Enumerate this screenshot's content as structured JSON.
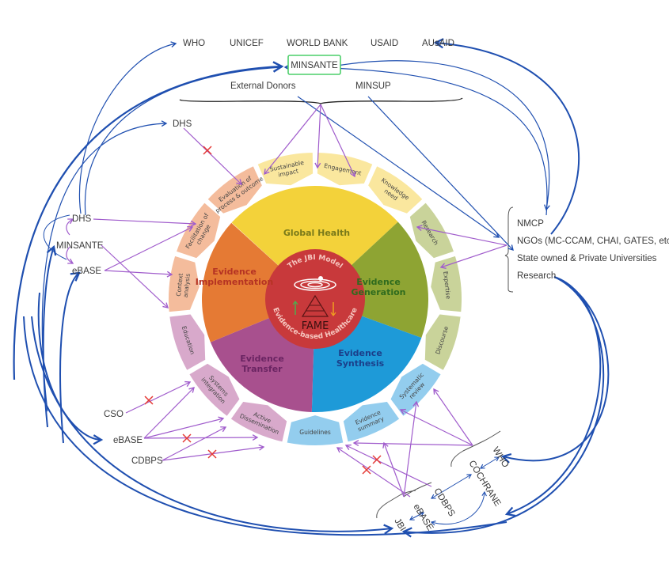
{
  "colors": {
    "blue_arrow": "#1f4fb0",
    "purple_arrow": "#a05ccc",
    "red_x": "#e53935",
    "minsante_box": "#4ccf6a",
    "bracket": "#555555",
    "ring_bg": "#ffffff",
    "centre": "#c8393b"
  },
  "top_donors": [
    "WHO",
    "UNICEF",
    "WORLD BANK",
    "USAID",
    "AUsAID"
  ],
  "top": {
    "minsante": "MINSANTE",
    "external_donors": "External Donors",
    "minsup": "MINSUP"
  },
  "left": {
    "dhs_top": "DHS",
    "dhs": "DHS",
    "minsante": "MINSANTE",
    "ebase": "eBASE",
    "cso": "CSO",
    "ebase_low": "eBASE",
    "cdbps": "CDBPS"
  },
  "right_list": [
    "NMCP",
    "NGOs (MC-CCAM, CHAI, GATES, etc",
    "State owned & Private Universities",
    "Research"
  ],
  "bottom_right": {
    "who": "WHO",
    "cochrane": "COCHRANE",
    "cdbps": "CDBPS",
    "ebase": "eBASE",
    "jbi": "JBI"
  },
  "core": {
    "title_arc": "The JBI Model",
    "subtitle_arc": "Evidence-based Healthcare",
    "fame": "FAME",
    "quadrants": [
      {
        "name": "Global Health",
        "color": "#f3d23a",
        "text_color": "#7a7a1a"
      },
      {
        "name": "Evidence Generation",
        "color": "#8ea433",
        "text_color": "#2f6b1e"
      },
      {
        "name": "Evidence Synthesis",
        "color": "#1e9ad8",
        "text_color": "#1b3f8a"
      },
      {
        "name": "Evidence Transfer",
        "color": "#a8508e",
        "text_color": "#6a2462"
      },
      {
        "name": "Evidence Implementation",
        "color": "#e57a34",
        "text_color": "#b53323"
      }
    ]
  },
  "segments": [
    {
      "label": "Sustainable impact",
      "color": "#fae79e"
    },
    {
      "label": "Engagement",
      "color": "#fae79e"
    },
    {
      "label": "Knowledge need",
      "color": "#fae79e"
    },
    {
      "label": "Research",
      "color": "#c9d39a"
    },
    {
      "label": "Expertise",
      "color": "#c9d39a"
    },
    {
      "label": "Discourse",
      "color": "#c9d39a"
    },
    {
      "label": "Systematic review",
      "color": "#93cdee"
    },
    {
      "label": "Evidence summary",
      "color": "#93cdee"
    },
    {
      "label": "Guidelines",
      "color": "#93cdee"
    },
    {
      "label": "Active Dissemination",
      "color": "#d8a9cb"
    },
    {
      "label": "Systems integration",
      "color": "#d8a9cb"
    },
    {
      "label": "Education",
      "color": "#d8a9cb"
    },
    {
      "label": "Context analysis",
      "color": "#f4bc9c"
    },
    {
      "label": "Facilitation of change",
      "color": "#f4bc9c"
    },
    {
      "label": "Evaluation of process & outcome",
      "color": "#f4bc9c"
    }
  ]
}
